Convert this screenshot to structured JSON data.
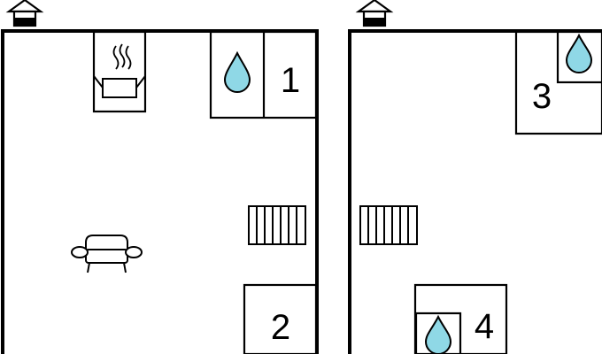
{
  "floors": [
    {
      "icon": "house-icon",
      "rooms": [
        {
          "number": "1",
          "contains": [
            "water-drop-icon"
          ]
        },
        {
          "number": "2",
          "contains": []
        }
      ],
      "features": [
        "stove-icon",
        "radiator-icon",
        "sofa-icon"
      ]
    },
    {
      "icon": "house-icon",
      "rooms": [
        {
          "number": "3",
          "contains": [
            "water-drop-icon"
          ]
        },
        {
          "number": "4",
          "contains": [
            "water-drop-icon"
          ]
        }
      ],
      "features": [
        "radiator-icon"
      ]
    }
  ],
  "colors": {
    "line": "#000000",
    "water": "#8fd8e6",
    "background": "#ffffff"
  }
}
